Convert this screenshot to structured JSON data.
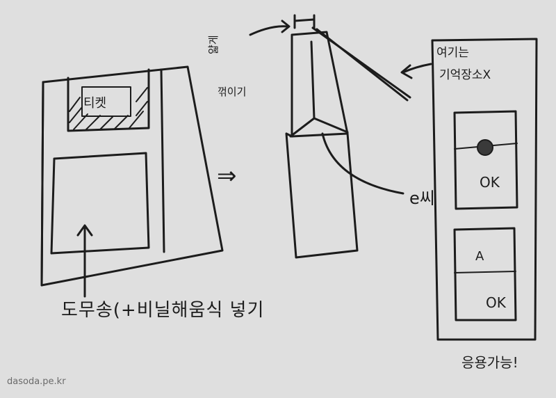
{
  "labels": {
    "left_caption": "도무송(+비닐해움식 넣기",
    "thin_top": "얇게",
    "fold": "꺾이기",
    "here_1": "여기는",
    "here_2": "기억장소X",
    "sticker": "e씨",
    "ticket": "티켓",
    "ok_1": "OK",
    "ok_2": "OK",
    "glyph": "A",
    "apply": "응용가능!",
    "watermark": "dasoda.pe.kr"
  },
  "symbols": {
    "implies": "⇒"
  },
  "colors": {
    "paper": "#dfdfdf",
    "ink": "#1c1c1c",
    "watermark": "#6a6a6a"
  }
}
